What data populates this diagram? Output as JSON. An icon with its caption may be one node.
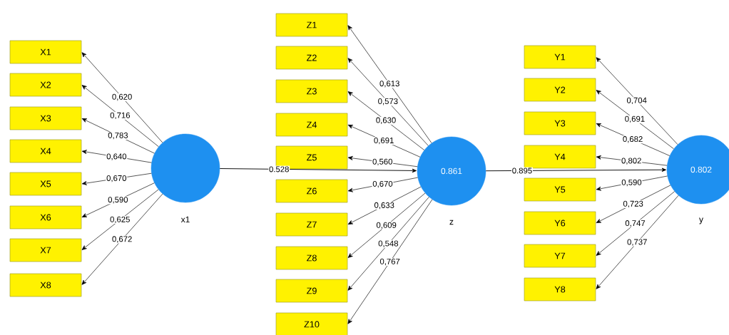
{
  "diagram": {
    "nodes": [
      {
        "text": [
          "X1"
        ]
      },
      {
        "text": [
          "X2"
        ]
      },
      {
        "text": [
          "X3"
        ]
      },
      {
        "text": [
          "X4"
        ]
      },
      {
        "text": [
          "X5"
        ]
      },
      {
        "text": [
          "X6"
        ]
      },
      {
        "text": [
          "X7"
        ]
      },
      {
        "text": [
          "X8"
        ]
      },
      {
        "text": [],
        "shape": "circle",
        "beside": [
          "x1"
        ]
      },
      {
        "text": [
          "Z1"
        ]
      },
      {
        "text": [
          "Z2"
        ]
      },
      {
        "text": [
          "Z3"
        ]
      },
      {
        "text": [
          "Z4"
        ]
      },
      {
        "text": [
          "Z5"
        ]
      },
      {
        "text": [
          "Z6"
        ]
      },
      {
        "text": [
          "Z7"
        ]
      },
      {
        "text": [
          "Z8"
        ]
      },
      {
        "text": [
          "Z9"
        ]
      },
      {
        "text": [
          "Z10"
        ]
      },
      {
        "text": [
          "0.861"
        ],
        "beside": [
          "z"
        ]
      },
      {
        "text": [
          "Y1"
        ]
      },
      {
        "text": [
          "Y2"
        ]
      },
      {
        "text": [
          "Y3"
        ]
      },
      {
        "text": [
          "Y4"
        ]
      },
      {
        "text": [
          "Y5"
        ]
      },
      {
        "text": [
          "Y6"
        ]
      },
      {
        "text": [
          "Y7"
        ]
      },
      {
        "text": [
          "Y8"
        ]
      },
      {
        "text": [
          "0.802"
        ],
        "beside": [
          "y"
        ]
      }
    ],
    "edges": [
      {
        "from": 8,
        "to": 0,
        "arrow": "to",
        "label": "0,620"
      },
      {
        "from": 8,
        "to": 1,
        "arrow": "to",
        "label": "0,716"
      },
      {
        "from": 8,
        "to": 2,
        "arrow": "to",
        "label": "0,783"
      },
      {
        "from": 8,
        "to": 3,
        "arrow": "to",
        "label": "0,640"
      },
      {
        "from": 8,
        "to": 4,
        "arrow": "to",
        "label": "0,670"
      },
      {
        "from": 8,
        "to": 5,
        "arrow": "to",
        "label": "0,590"
      },
      {
        "from": 8,
        "to": 6,
        "arrow": "to",
        "label": "0,625"
      },
      {
        "from": 8,
        "to": 7,
        "arrow": "to",
        "label": "0,672"
      },
      {
        "from": 19,
        "to": 9,
        "arrow": "to",
        "label": "0,613"
      },
      {
        "from": 19,
        "to": 10,
        "arrow": "to",
        "label": "0,573"
      },
      {
        "from": 19,
        "to": 11,
        "arrow": "to",
        "label": "0,630"
      },
      {
        "from": 19,
        "to": 12,
        "arrow": "to",
        "label": "0,691"
      },
      {
        "from": 19,
        "to": 13,
        "arrow": "to",
        "label": "0,560"
      },
      {
        "from": 19,
        "to": 14,
        "arrow": "to",
        "label": "0,670"
      },
      {
        "from": 19,
        "to": 15,
        "arrow": "to",
        "label": "0,633"
      },
      {
        "from": 19,
        "to": 16,
        "arrow": "to",
        "label": "0,609"
      },
      {
        "from": 19,
        "to": 17,
        "arrow": "to",
        "label": "0,548"
      },
      {
        "from": 19,
        "to": 18,
        "arrow": "to",
        "label": "0,767"
      },
      {
        "from": 28,
        "to": 20,
        "arrow": "to",
        "label": "0,704"
      },
      {
        "from": 28,
        "to": 21,
        "arrow": "to",
        "label": "0,691"
      },
      {
        "from": 28,
        "to": 22,
        "arrow": "to",
        "label": "0,682"
      },
      {
        "from": 28,
        "to": 23,
        "arrow": "to",
        "label": "0,802"
      },
      {
        "from": 28,
        "to": 24,
        "arrow": "to",
        "label": "0,590"
      },
      {
        "from": 28,
        "to": 25,
        "arrow": "to",
        "label": "0,723"
      },
      {
        "from": 28,
        "to": 26,
        "arrow": "to",
        "label": "0,747"
      },
      {
        "from": 28,
        "to": 27,
        "arrow": "to",
        "label": "0,737"
      },
      {
        "from": 8,
        "to": 19,
        "arrow": "to",
        "label": "0.528"
      },
      {
        "from": 19,
        "to": 28,
        "arrow": "to",
        "label": "0.895"
      }
    ]
  }
}
